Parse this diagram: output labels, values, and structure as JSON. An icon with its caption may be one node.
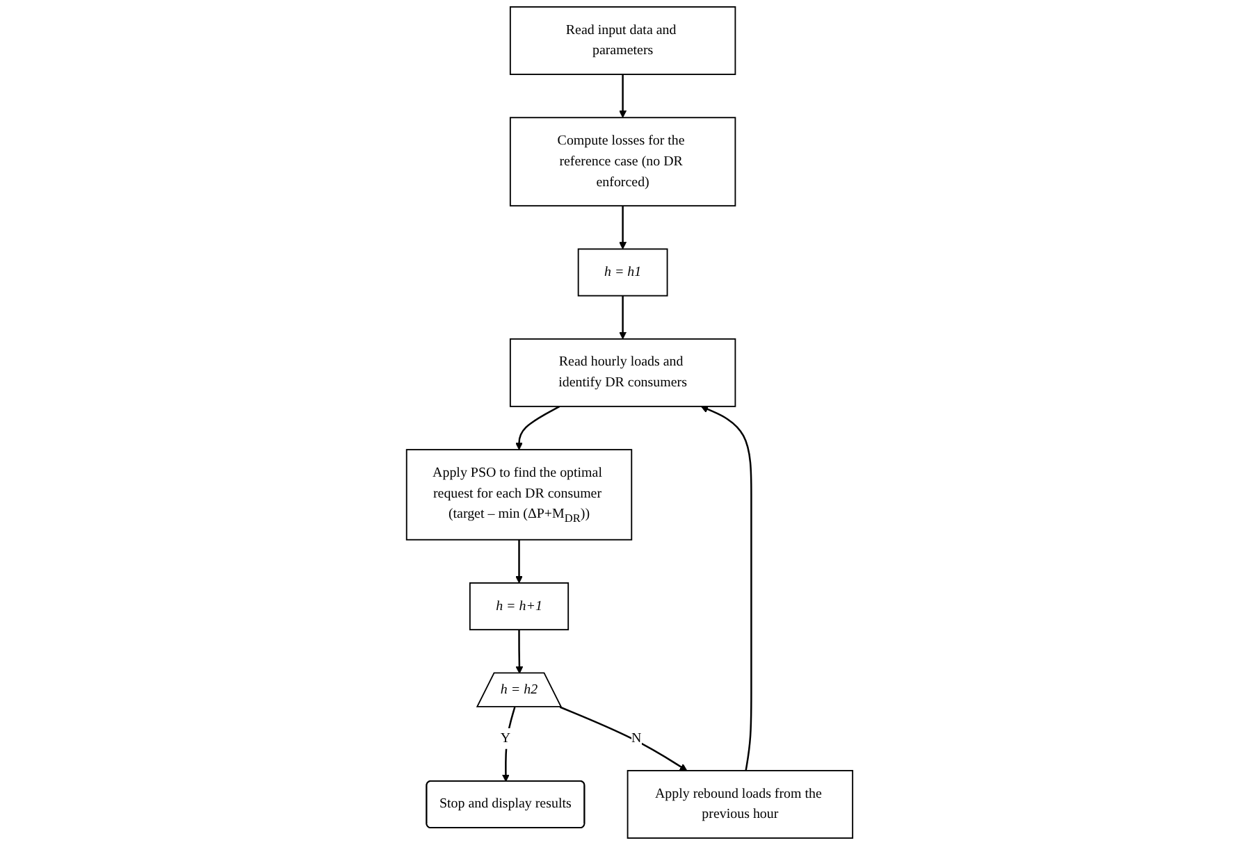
{
  "diagram": {
    "nodes": [
      {
        "text": [
          "Read input data and parameters"
        ]
      },
      {
        "text": [
          "Compute losses for the reference case (no DR enforced)"
        ]
      },
      {
        "text": [
          "h = h1"
        ]
      },
      {
        "text": [
          "Read hourly loads and identify DR consumers"
        ]
      },
      {
        "text": [
          "Apply PSO to find the optimal request for each DR consumer (target – min (ΔP+M$_{DR}$))"
        ]
      },
      {
        "text": [
          "h = h+1"
        ]
      },
      {
        "text": [
          "h = h2"
        ]
      },
      {
        "text": [
          "Stop and display results"
        ]
      },
      {
        "text": [
          "Apply rebound loads from the previous hour"
        ]
      }
    ],
    "edges": [
      {
        "from": 0,
        "to": 1,
        "arrow": "to"
      },
      {
        "from": 1,
        "to": 2,
        "arrow": "to"
      },
      {
        "from": 2,
        "to": 3,
        "arrow": "to"
      },
      {
        "from": 3,
        "to": 4,
        "arrow": "to"
      },
      {
        "from": 4,
        "to": 5,
        "arrow": "to"
      },
      {
        "from": 5,
        "to": 6,
        "arrow": "to"
      },
      {
        "from": 6,
        "to": 7,
        "label": "Y",
        "arrow": "to"
      },
      {
        "from": 6,
        "to": 8,
        "label": "N",
        "arrow": "to"
      },
      {
        "from": 8,
        "to": 3,
        "arrow": "to"
      }
    ]
  }
}
